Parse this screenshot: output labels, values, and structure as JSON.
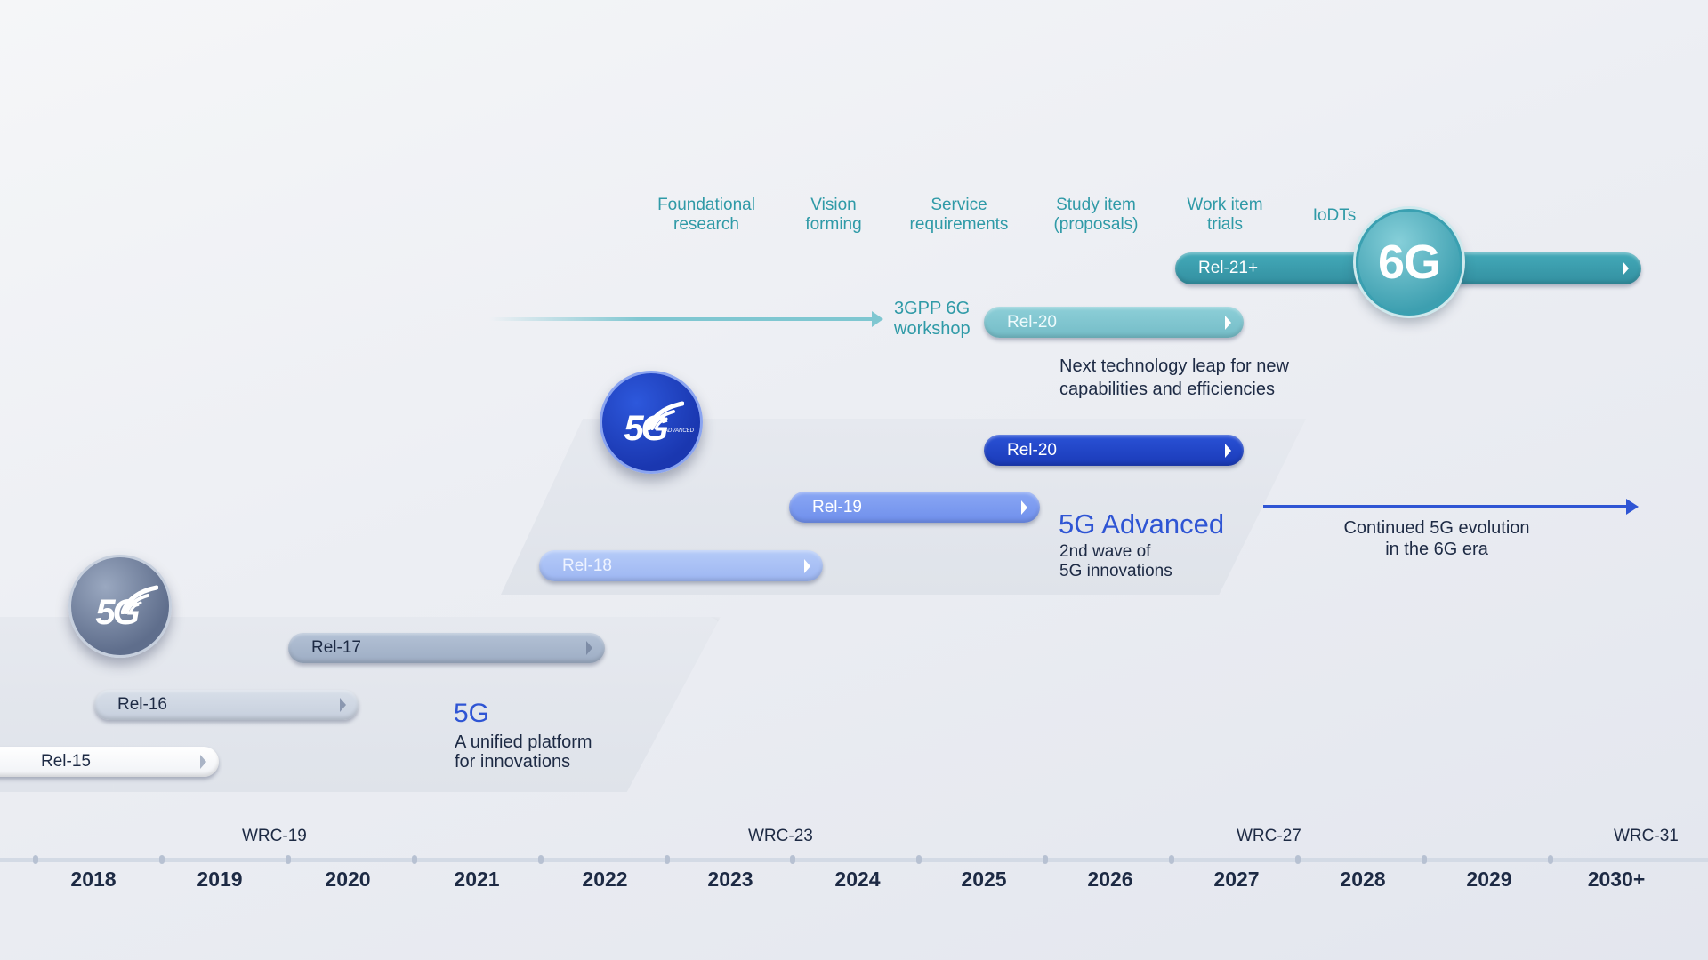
{
  "eras": {
    "fiveg": {
      "badge": "5G",
      "title": "5G",
      "subtitle_line1": "A unified platform",
      "subtitle_line2": "for innovations",
      "releases": [
        {
          "label": "Rel-15",
          "color": "#ffffff",
          "text_color": "#1d2a44"
        },
        {
          "label": "Rel-16",
          "color": "#cfd7e3",
          "text_color": "#1d2a44"
        },
        {
          "label": "Rel-17",
          "color": "#a7b6cc",
          "text_color": "#1d2a44"
        }
      ]
    },
    "fiveg_advanced": {
      "badge": "5G",
      "badge_sub": "ADVANCED",
      "title": "5G Advanced",
      "subtitle_line1": "2nd wave of",
      "subtitle_line2": "5G innovations",
      "releases": [
        {
          "label": "Rel-18",
          "color": "#a9c0f6"
        },
        {
          "label": "Rel-19",
          "color": "#7d9cf2"
        },
        {
          "label": "Rel-20",
          "color": "#1f46c8"
        }
      ],
      "continuation": {
        "line1": "Continued 5G evolution",
        "line2": "in the 6G era",
        "color": "#2f55d4"
      }
    },
    "sixg": {
      "badge": "6G",
      "workshop_line1": "3GPP 6G",
      "workshop_line2": "workshop",
      "description_line1": "Next technology leap for new",
      "description_line2": "capabilities and efficiencies",
      "releases": [
        {
          "label": "Rel-20",
          "color": "#7fc7d1"
        },
        {
          "label": "Rel-21+",
          "color": "#3aa0b1"
        }
      ],
      "stages": [
        {
          "line1": "Foundational",
          "line2": "research"
        },
        {
          "line1": "Vision",
          "line2": "forming"
        },
        {
          "line1": "Service",
          "line2": "requirements"
        },
        {
          "line1": "Study item",
          "line2": "(proposals)"
        },
        {
          "line1": "Work item",
          "line2": "trials"
        },
        {
          "line1": "IoDTs",
          "line2": ""
        }
      ]
    }
  },
  "timeline": {
    "years": [
      "2018",
      "2019",
      "2020",
      "2021",
      "2022",
      "2023",
      "2024",
      "2025",
      "2026",
      "2027",
      "2028",
      "2029",
      "2030+"
    ],
    "wrc": [
      "WRC-19",
      "WRC-23",
      "WRC-27",
      "WRC-31"
    ]
  },
  "colors": {
    "teal": "#2f9aa7",
    "blue_accent": "#2f55d4",
    "dark_text": "#1d2a44"
  }
}
